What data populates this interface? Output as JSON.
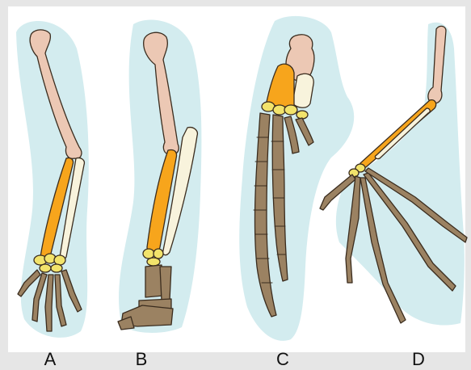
{
  "labels": {
    "a": "A",
    "b": "B",
    "c": "C",
    "d": "D"
  },
  "colors": {
    "background": "#e6e6e6",
    "panel": "#ffffff",
    "silhouette": "#d3ecef",
    "humerus": "#ecc8b4",
    "radius": "#f7a51c",
    "ulna": "#f8f3dc",
    "carpals": "#f2e36b",
    "digits": "#9b8262",
    "outline": "#3a2c1e"
  }
}
